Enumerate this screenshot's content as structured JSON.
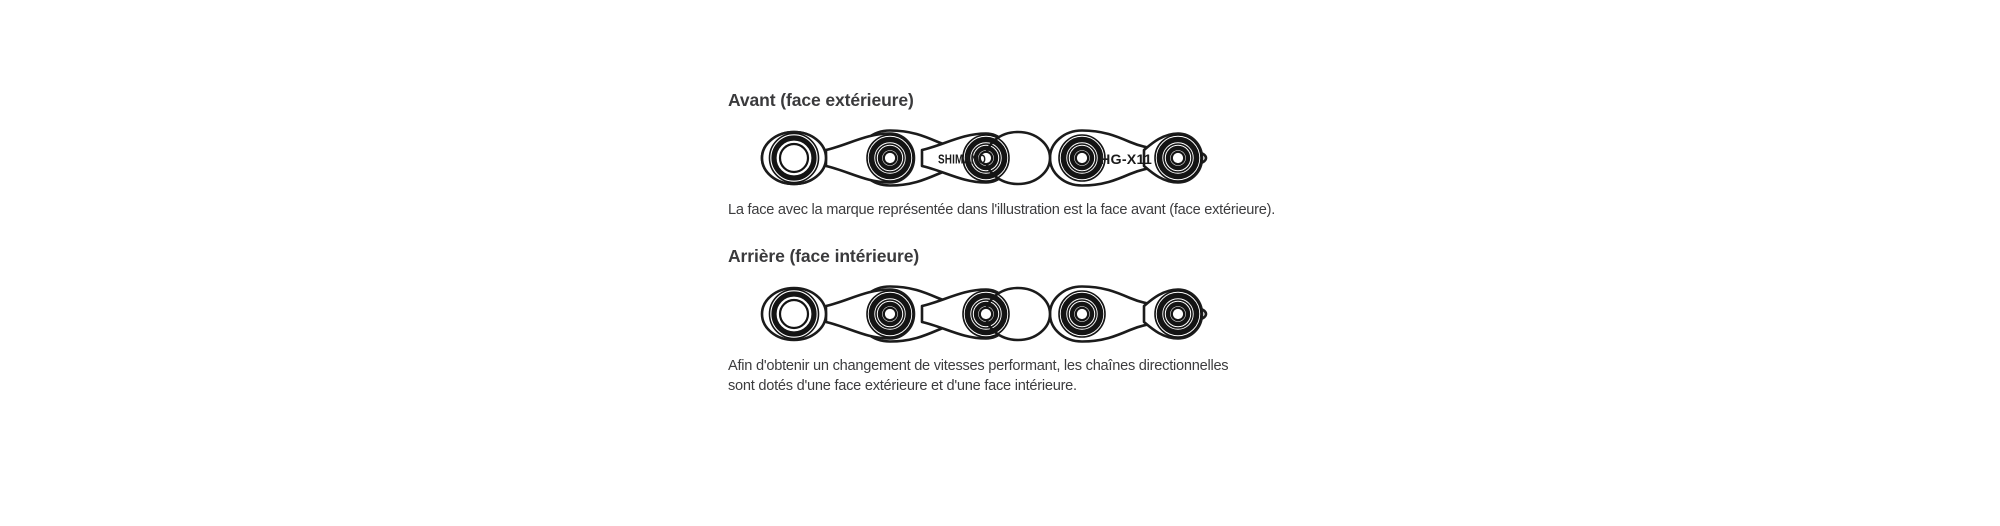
{
  "page": {
    "background_color": "#ffffff",
    "text_color": "#3c3c3e",
    "heading_color": "#3a3a3c",
    "ink_color": "#1b1b1b",
    "language": "fr"
  },
  "sections": [
    {
      "id": "front",
      "heading": "Avant (face extérieure)",
      "figure": {
        "name": "bicycle-chain-outer-face",
        "has_markings": true,
        "markings": [
          {
            "text": "SHIMANO",
            "position": "left-link-plate"
          },
          {
            "text": "HG-X11",
            "position": "right-link-plate"
          }
        ],
        "link_count": 5,
        "roller_styles": [
          "plain",
          "pin",
          "pin",
          "pin",
          "pin"
        ]
      },
      "caption": "La face avec la marque représentée dans l'illustration est la face avant (face extérieure)."
    },
    {
      "id": "rear",
      "heading": "Arrière (face intérieure)",
      "figure": {
        "name": "bicycle-chain-inner-face",
        "has_markings": false,
        "markings": [],
        "link_count": 5,
        "roller_styles": [
          "plain",
          "pin",
          "pin",
          "pin",
          "pin"
        ]
      },
      "caption": "Afin d'obtenir un changement de vitesses performant, les chaînes directionnelles\nsont dotés d'une face extérieure et d'une face intérieure."
    }
  ]
}
